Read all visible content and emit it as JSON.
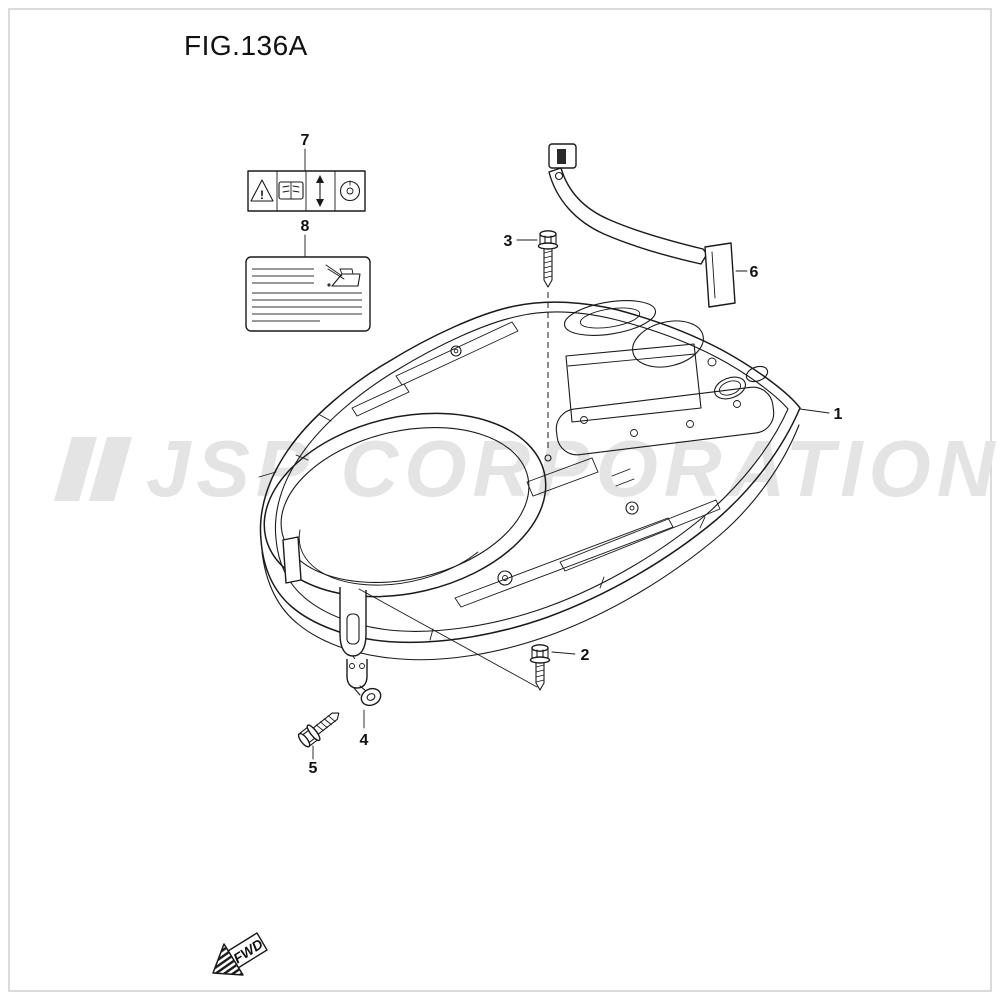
{
  "figure": {
    "title": "FIG.136A"
  },
  "watermark": {
    "text": "JSP CORPORATION"
  },
  "colors": {
    "watermark": "#e4e4e4",
    "line": "#1a1a1a"
  },
  "fwd_arrow": {
    "label": "FWD"
  },
  "caution_plate": {
    "exclamation": "!"
  },
  "callouts": {
    "part1": "1",
    "part2": "2",
    "part3": "3",
    "part4": "4",
    "part5": "5",
    "part6": "6",
    "part7": "7",
    "part8": "8"
  }
}
